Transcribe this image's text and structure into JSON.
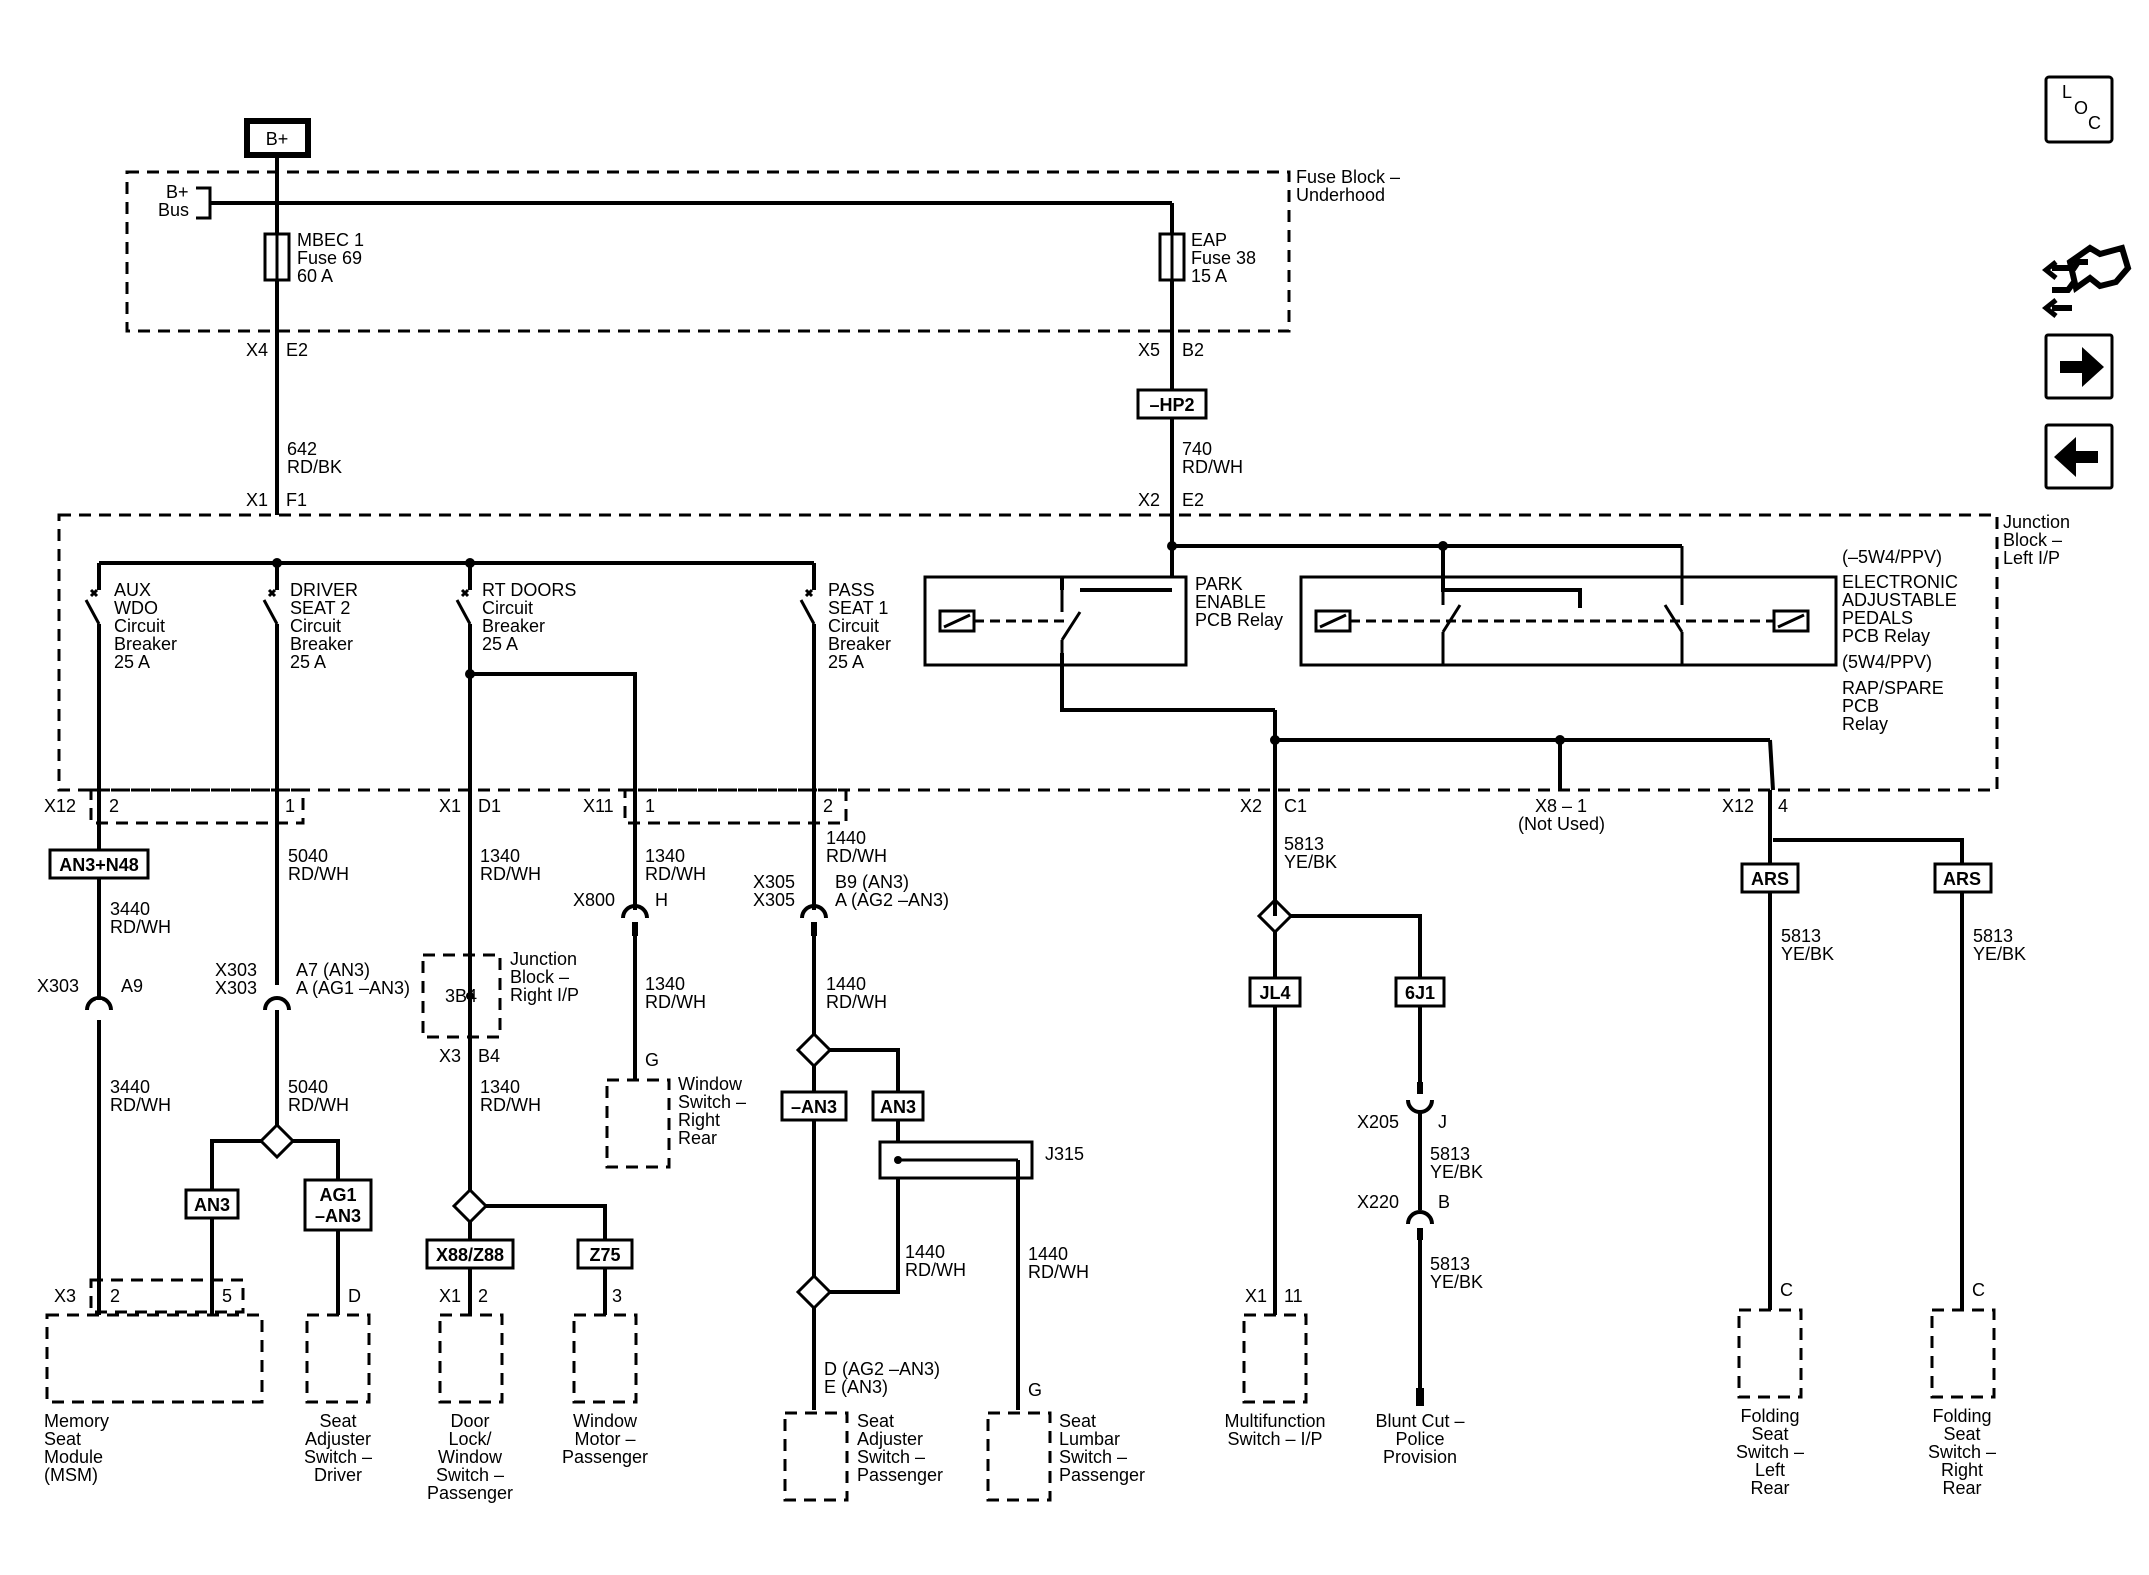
{
  "source": {
    "label": "B+"
  },
  "nav": {
    "loc_l": "L",
    "loc_o": "O",
    "loc_c": "C",
    "icons": [
      "location-icon",
      "component-icon",
      "forward-arrow-icon",
      "back-arrow-icon"
    ]
  },
  "fuse_block": {
    "title_1": "Fuse Block –",
    "title_2": "Underhood",
    "bus_1": "B+",
    "bus_2": "Bus",
    "fuse_a": [
      "MBEC 1",
      "Fuse 69",
      "60 A"
    ],
    "fuse_b": [
      "EAP",
      "Fuse 38",
      "15 A"
    ],
    "conn_a": [
      "X4",
      "E2"
    ],
    "conn_b": [
      "X5",
      "B2"
    ]
  },
  "hp2": "–HP2",
  "wire_642": [
    "642",
    "RD/BK"
  ],
  "wire_740": [
    "740",
    "RD/WH"
  ],
  "jb_in_a": [
    "X1",
    "F1"
  ],
  "jb_in_b": [
    "X2",
    "E2"
  ],
  "jb_left": {
    "title": [
      "Junction",
      "Block –",
      "Left I/P"
    ],
    "cb_aux": [
      "AUX",
      "WDO",
      "Circuit",
      "Breaker",
      "25 A"
    ],
    "cb_driver": [
      "DRIVER",
      "SEAT 2",
      "Circuit",
      "Breaker",
      "25 A"
    ],
    "cb_rt": [
      "RT DOORS",
      "Circuit",
      "Breaker",
      "25 A"
    ],
    "cb_pass": [
      "PASS",
      "SEAT 1",
      "Circuit",
      "Breaker",
      "25 A"
    ],
    "park_relay": [
      "PARK",
      "ENABLE",
      "PCB Relay"
    ],
    "pedal_relay": [
      "(–5W4/PPV)",
      "ELECTRONIC",
      "ADJUSTABLE",
      "PEDALS",
      "PCB Relay",
      "(5W4/PPV)",
      "RAP/SPARE",
      "PCB",
      "Relay"
    ]
  },
  "conn_row": {
    "x12": "X12",
    "p2": "2",
    "p1": "1",
    "x1": "X1",
    "d1": "D1",
    "x11": "X11",
    "x11p": "1",
    "pass_p": "2",
    "x2": "X2",
    "c1": "C1",
    "x8": "X8 – 1",
    "not_used": "(Not Used)",
    "x12b": "X12",
    "p4": "4"
  },
  "col1": {
    "opt": "AN3+N48",
    "w1": [
      "3440",
      "RD/WH"
    ],
    "x303": "X303",
    "a9": "A9",
    "w2": [
      "3440",
      "RD/WH"
    ],
    "x3": "X3",
    "p2": "2",
    "p5": "5",
    "msm": [
      "Memory",
      "Seat",
      "Module",
      "(MSM)"
    ]
  },
  "col2": {
    "w1": [
      "5040",
      "RD/WH"
    ],
    "x303a": "X303",
    "x303b": "X303",
    "a7": "A7 (AN3)",
    "a": "A (AG1 –AN3)",
    "w2": [
      "5040",
      "RD/WH"
    ],
    "opt_an3": "AN3",
    "opt_ag1": [
      "AG1",
      "–AN3"
    ],
    "pin_d": "D",
    "seat_adj": [
      "Seat",
      "Adjuster",
      "Switch –",
      "Driver"
    ]
  },
  "col3": {
    "w1": [
      "1340",
      "RD/WH"
    ],
    "jbr": [
      "Junction",
      "Block –",
      "Right I/P"
    ],
    "jbr_box": "3B4",
    "x3": "X3",
    "b4": "B4",
    "w2": [
      "1340",
      "RD/WH"
    ],
    "opt_x88": "X88/Z88",
    "opt_z75": "Z75",
    "x1": "X1",
    "p2": "2",
    "p3": "3",
    "door": [
      "Door",
      "Lock/",
      "Window",
      "Switch –",
      "Passenger"
    ],
    "motor": [
      "Window",
      "Motor –",
      "Passenger"
    ]
  },
  "col4": {
    "w1": [
      "1340",
      "RD/WH"
    ],
    "x800": "X800",
    "h": "H",
    "w2": [
      "1340",
      "RD/WH"
    ],
    "g": "G",
    "win_sw": [
      "Window",
      "Switch –",
      "Right",
      "Rear"
    ]
  },
  "col5": {
    "w1": [
      "1440",
      "RD/WH"
    ],
    "x305a": "X305",
    "x305b": "X305",
    "b9": "B9 (AN3)",
    "a": "A (AG2 –AN3)",
    "w2": [
      "1440",
      "RD/WH"
    ],
    "opt_nan3": "–AN3",
    "opt_an3": "AN3",
    "j315": "J315",
    "w3": [
      "1440",
      "RD/WH"
    ],
    "w4": [
      "1440",
      "RD/WH"
    ],
    "d": "D (AG2 –AN3)",
    "e": "E (AN3)",
    "g": "G",
    "seat_adj": [
      "Seat",
      "Adjuster",
      "Switch –",
      "Passenger"
    ],
    "lumbar": [
      "Seat",
      "Lumbar",
      "Switch –",
      "Passenger"
    ]
  },
  "col6": {
    "w1": [
      "5813",
      "YE/BK"
    ],
    "opt_jl4": "JL4",
    "opt_6j1": "6J1",
    "x1": "X1",
    "p11": "11",
    "mf": [
      "Multifunction",
      "Switch – I/P"
    ],
    "x205": "X205",
    "j": "J",
    "w2": [
      "5813",
      "YE/BK"
    ],
    "x220": "X220",
    "b": "B",
    "w3": [
      "5813",
      "YE/BK"
    ],
    "blunt": [
      "Blunt Cut –",
      "Police",
      "Provision"
    ]
  },
  "col7": {
    "ars_l": "ARS",
    "ars_r": "ARS",
    "w_l": [
      "5813",
      "YE/BK"
    ],
    "w_r": [
      "5813",
      "YE/BK"
    ],
    "c_l": "C",
    "c_r": "C",
    "fold_l": [
      "Folding",
      "Seat",
      "Switch –",
      "Left",
      "Rear"
    ],
    "fold_r": [
      "Folding",
      "Seat",
      "Switch –",
      "Right",
      "Rear"
    ]
  }
}
